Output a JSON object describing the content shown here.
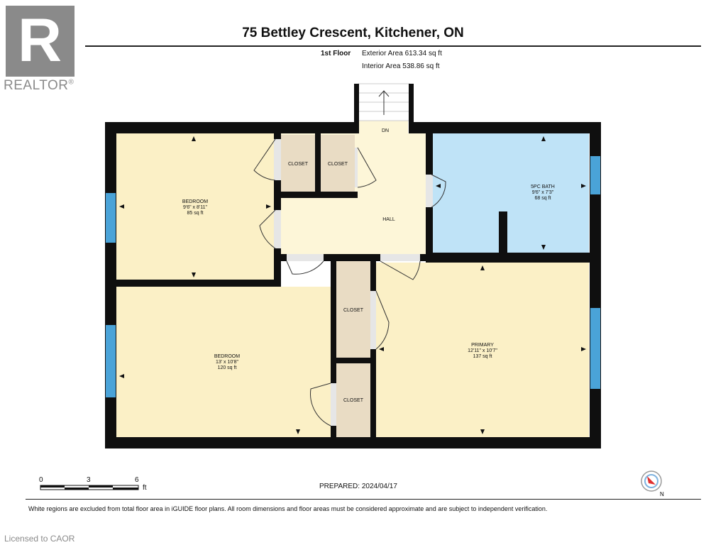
{
  "brand": {
    "logo_letter": "R",
    "name": "REALTOR",
    "registered": "®"
  },
  "header": {
    "address": "75 Bettley Crescent, Kitchener, ON",
    "floor": "1st Floor",
    "exterior_area": "Exterior Area 613.34 sq ft",
    "interior_area": "Interior Area 538.86 sq ft"
  },
  "rooms": {
    "bedroom1": {
      "name": "BEDROOM",
      "dims": "9'6\" x 8'11\"",
      "area": "85 sq ft"
    },
    "bedroom2": {
      "name": "BEDROOM",
      "dims": "13' x 10'8\"",
      "area": "120 sq ft"
    },
    "bath": {
      "name": "5PC BATH",
      "dims": "9'6\" x 7'3\"",
      "area": "68 sq ft"
    },
    "primary": {
      "name": "PRIMARY",
      "dims": "12'11\" x 10'7\"",
      "area": "137 sq ft"
    },
    "hall": {
      "name": "HALL"
    },
    "stairs": {
      "label": "DN"
    },
    "closet_label": "CLOSET"
  },
  "scale": {
    "ticks": [
      "0",
      "3",
      "6"
    ],
    "unit": "ft"
  },
  "prepared": "PREPARED: 2024/04/17",
  "compass_label": "N",
  "note": "White regions are excluded from total floor area in iGUIDE floor plans. All room dimensions and floor areas must be considered approximate and are subject to independent verification.",
  "license": "Licensed to CAOR",
  "colors": {
    "bedroom": "#fbf0c6",
    "hall": "#fdf6d8",
    "bath": "#bfe3f7",
    "closet": "#e9dcc4",
    "wall": "#0f0f0f",
    "window": "#4aa3d8",
    "logo": "#8a8a8a"
  }
}
